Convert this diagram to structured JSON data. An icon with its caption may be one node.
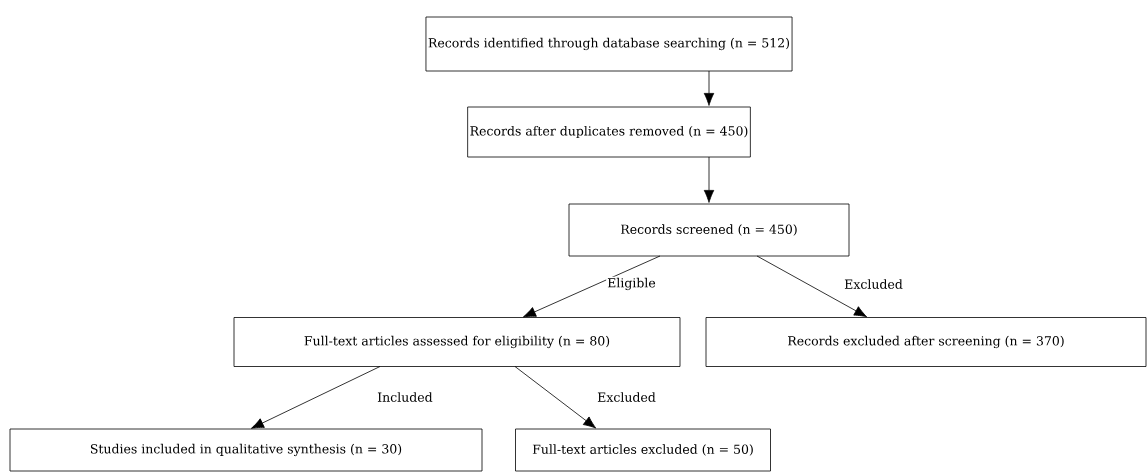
{
  "diagram": {
    "nodes": [
      {
        "text": [
          "Records identified through database searching (n = 512)"
        ]
      },
      {
        "text": [
          "Records after duplicates removed (n = 450)"
        ]
      },
      {
        "text": [
          "Records screened (n = 450)"
        ]
      },
      {
        "text": [
          "Full-text articles assessed for eligibility (n = 80)"
        ]
      },
      {
        "text": [
          "Records excluded after screening (n = 370)"
        ]
      },
      {
        "text": [
          "Studies included in qualitative synthesis (n = 30)"
        ]
      },
      {
        "text": [
          "Full-text articles excluded (n = 50)"
        ]
      }
    ],
    "edges": [
      {
        "from": 0,
        "to": 1,
        "arrow": "to"
      },
      {
        "from": 1,
        "to": 2,
        "arrow": "to"
      },
      {
        "from": 2,
        "to": 3,
        "arrow": "to",
        "label": "Eligible"
      },
      {
        "from": 2,
        "to": 4,
        "arrow": "to",
        "label": "Excluded"
      },
      {
        "from": 3,
        "to": 5,
        "arrow": "to",
        "label": "Included"
      },
      {
        "from": 3,
        "to": 6,
        "arrow": "to",
        "label": "Excluded"
      }
    ]
  }
}
